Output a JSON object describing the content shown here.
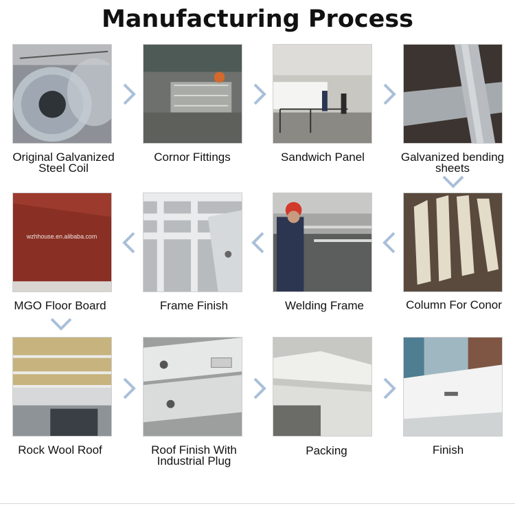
{
  "title": "Manufacturing Process",
  "steps": [
    {
      "label_lines": [
        "Original Galvanized",
        "Steel Coil"
      ],
      "image": "steel-coil-photo"
    },
    {
      "label_lines": [
        "Cornor Fittings"
      ],
      "image": "corner-fittings-photo"
    },
    {
      "label_lines": [
        "Sandwich Panel"
      ],
      "image": "sandwich-panel-photo"
    },
    {
      "label_lines": [
        "Galvanized bending",
        "sheets"
      ],
      "image": "galvanized-sheets-photo"
    },
    {
      "label_lines": [
        "MGO Floor Board"
      ],
      "image": "mgo-floor-board-photo"
    },
    {
      "label_lines": [
        "Frame Finish"
      ],
      "image": "frame-finish-photo"
    },
    {
      "label_lines": [
        "Welding Frame"
      ],
      "image": "welding-frame-photo"
    },
    {
      "label_lines": [
        "Column For Conor"
      ],
      "image": "column-photo"
    },
    {
      "label_lines": [
        "Rock Wool Roof"
      ],
      "image": "rock-wool-roof-photo"
    },
    {
      "label_lines": [
        "Roof Finish With",
        "Industrial Plug"
      ],
      "image": "roof-finish-photo"
    },
    {
      "label_lines": [
        "Packing"
      ],
      "image": "packing-photo"
    },
    {
      "label_lines": [
        "Finish"
      ],
      "image": "finish-photo"
    }
  ],
  "mgo_board_text": "wzhhouse.en.alibaba.com",
  "arrows": [
    "arrow-right-icon",
    "chevron-left-icon",
    "chevron-down-icon"
  ],
  "colors": {
    "arrow": "#a9bfd9",
    "mgo_board": "#8a2f24"
  }
}
